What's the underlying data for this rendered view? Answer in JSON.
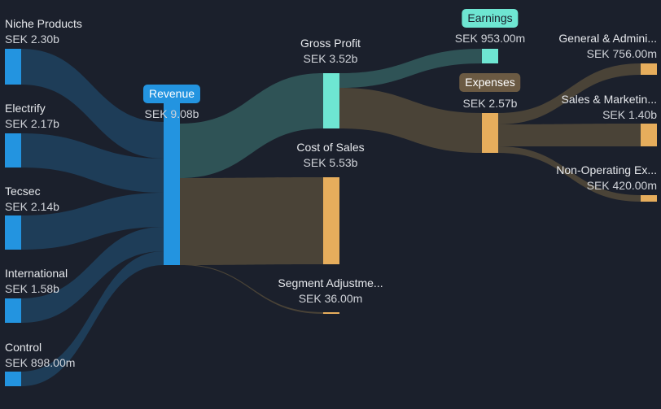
{
  "colors": {
    "revenue": "#2394e0",
    "profit": "#6ee6d2",
    "cost": "#e6ad5c",
    "link_revenue": "#1e3d58",
    "link_profit": "#2f5356",
    "link_cost": "#4a4337"
  },
  "nodes": {
    "niche": {
      "name": "Niche Products",
      "value": "SEK 2.30b"
    },
    "electrify": {
      "name": "Electrify",
      "value": "SEK 2.17b"
    },
    "tecsec": {
      "name": "Tecsec",
      "value": "SEK 2.14b"
    },
    "international": {
      "name": "International",
      "value": "SEK 1.58b"
    },
    "control": {
      "name": "Control",
      "value": "SEK 898.00m"
    },
    "revenue": {
      "name": "Revenue",
      "value": "SEK 9.08b"
    },
    "gross_profit": {
      "name": "Gross Profit",
      "value": "SEK 3.52b"
    },
    "cost_of_sales": {
      "name": "Cost of Sales",
      "value": "SEK 5.53b"
    },
    "segment_adj": {
      "name": "Segment Adjustme...",
      "value": "SEK 36.00m"
    },
    "earnings": {
      "name": "Earnings",
      "value": "SEK 953.00m"
    },
    "expenses": {
      "name": "Expenses",
      "value": "SEK 2.57b"
    },
    "gen_admin": {
      "name": "General & Admini...",
      "value": "SEK 756.00m"
    },
    "sales_marketing": {
      "name": "Sales & Marketin...",
      "value": "SEK 1.40b"
    },
    "non_operating": {
      "name": "Non-Operating Ex...",
      "value": "SEK 420.00m"
    }
  }
}
